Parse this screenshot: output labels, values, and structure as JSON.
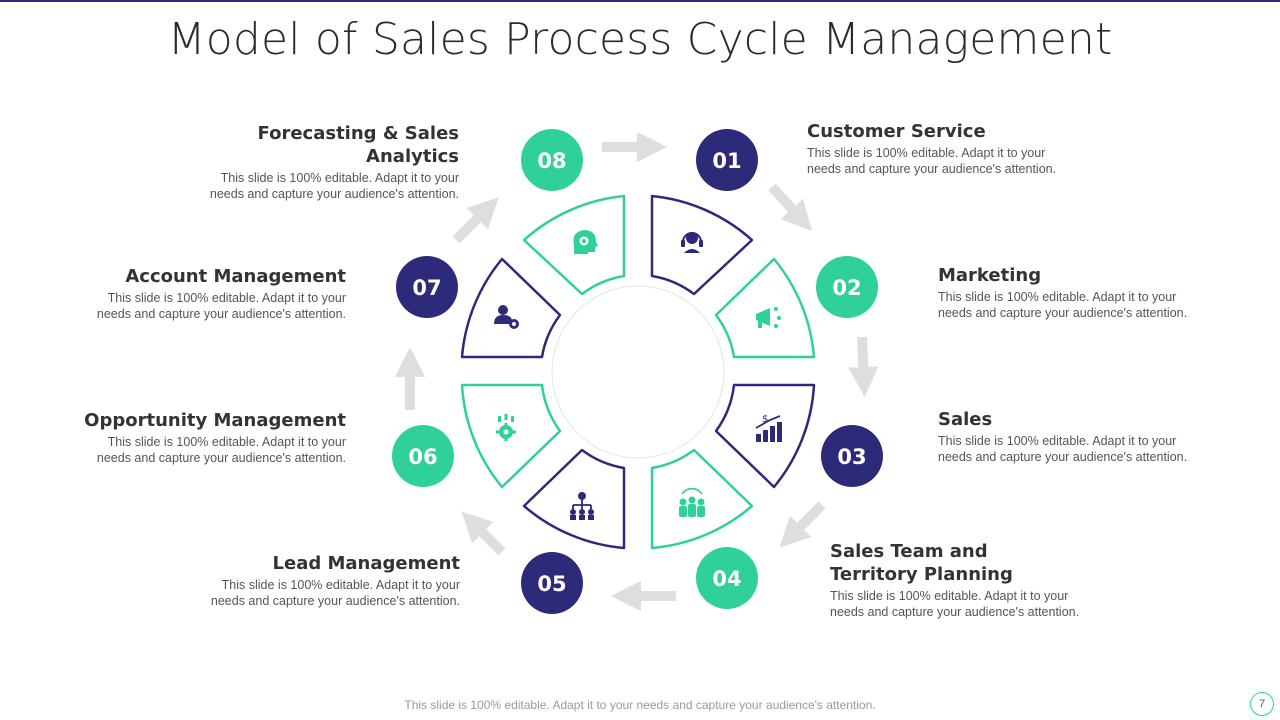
{
  "slide": {
    "title": "Model of Sales Process Cycle Management",
    "footer": "This slide is 100% editable. Adapt it to your needs and capture your audience's attention.",
    "page_number": "7"
  },
  "colors": {
    "navy": "#2e2a7a",
    "green": "#2fd09a",
    "arrow": "#dedede"
  },
  "steps": [
    {
      "number": "01",
      "title": "Customer Service",
      "desc1": "This slide is 100% editable. Adapt it to your",
      "desc2": "needs and capture your audience's attention.",
      "icon": "headset-icon",
      "color": "navy"
    },
    {
      "number": "02",
      "title": "Marketing",
      "desc1": "This slide is 100% editable. Adapt it to your",
      "desc2": "needs and capture your audience's attention.",
      "icon": "megaphone-icon",
      "color": "green"
    },
    {
      "number": "03",
      "title": "Sales",
      "desc1": "This slide is 100% editable. Adapt it to your",
      "desc2": "needs and capture your audience's attention.",
      "icon": "growth-chart-icon",
      "color": "navy"
    },
    {
      "number": "04",
      "title": "Sales Team and",
      "title2": "Territory Planning",
      "desc1": "This slide is 100% editable. Adapt it to your",
      "desc2": "needs and capture your audience's attention.",
      "icon": "team-icon",
      "color": "green"
    },
    {
      "number": "05",
      "title": "Lead Management",
      "desc1": "This slide is 100% editable. Adapt it to your",
      "desc2": "needs and capture your audience's attention.",
      "icon": "hierarchy-icon",
      "color": "navy"
    },
    {
      "number": "06",
      "title": "Opportunity Management",
      "desc1": "This slide is 100% editable. Adapt it to your",
      "desc2": "needs and capture your audience's attention.",
      "icon": "gear-money-icon",
      "color": "green"
    },
    {
      "number": "07",
      "title": "Account Management",
      "desc1": "This slide is 100% editable. Adapt it to your",
      "desc2": "needs and capture your audience's attention.",
      "icon": "user-gear-icon",
      "color": "navy"
    },
    {
      "number": "08",
      "title": "Forecasting & Sales Analytics",
      "desc1": "This slide is 100% editable. Adapt it to your",
      "desc2": "needs and capture your audience's attention.",
      "icon": "head-gear-icon",
      "color": "green"
    }
  ]
}
